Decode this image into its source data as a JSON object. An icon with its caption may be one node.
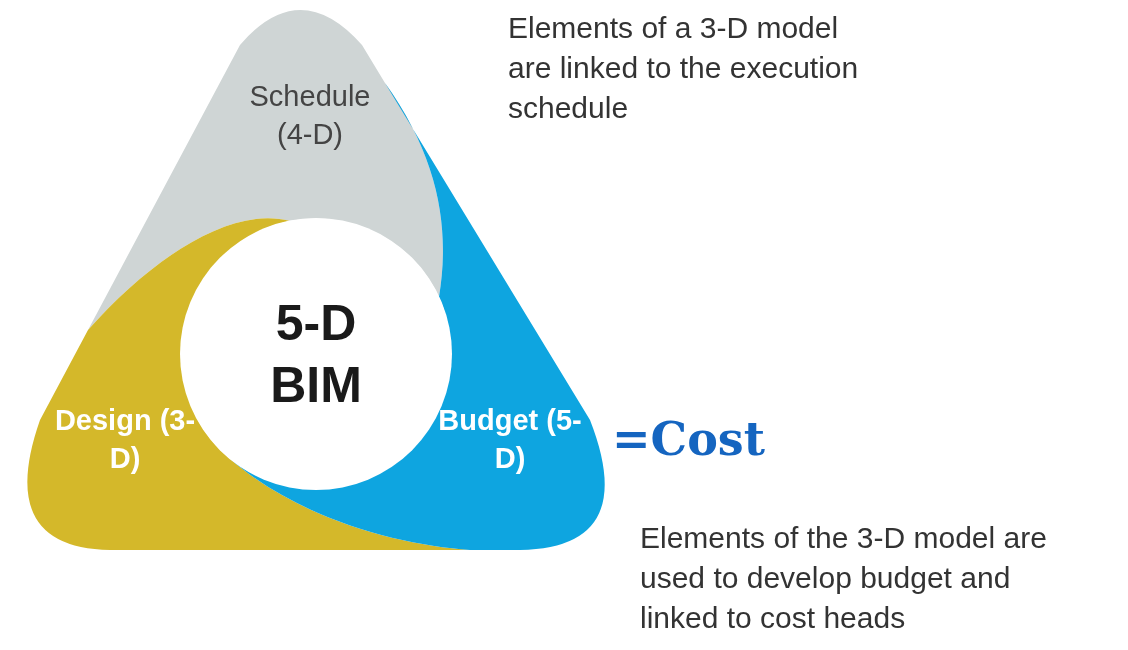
{
  "diagram": {
    "nodes": [
      {
        "text": [
          "Schedule (4-D)"
        ]
      },
      {
        "text": [
          "5-D BIM"
        ]
      },
      {
        "text": [
          "Design (3-D)"
        ]
      },
      {
        "text": [
          "Budget (5-D)"
        ],
        "beside": [
          "=Cost"
        ]
      }
    ],
    "labels": [
      "Elements of a 3-D model are linked to the execution schedule",
      "Elements of the 3-D model are used to develop budget and linked to cost heads"
    ]
  }
}
